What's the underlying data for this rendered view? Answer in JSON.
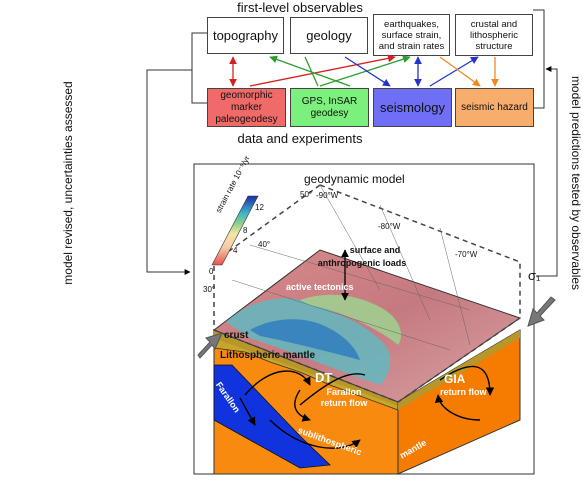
{
  "top_heading": "first-level observables",
  "bottom_heading": "data and experiments",
  "observables": [
    {
      "label": "topography"
    },
    {
      "label": "geology"
    },
    {
      "label": "earthquakes, surface strain, and strain rates"
    },
    {
      "label": "crustal and lithospheric structure"
    }
  ],
  "data_boxes": [
    {
      "label": "geomorphic marker paleogeodesy",
      "color": "#f06a6a"
    },
    {
      "label": "GPS, InSAR geodesy",
      "color": "#7cf07c"
    },
    {
      "label": "seismology",
      "color": "#6f6ff5"
    },
    {
      "label": "seismic hazard",
      "color": "#f7ad6c"
    }
  ],
  "left_side_text": "model revised, uncertainties assessed",
  "right_side_text": "model predictions tested by observables",
  "model": {
    "title": "geodynamic model",
    "sigma_label": "σ₁",
    "scale": {
      "title": "strain rate 10⁻⁹/yr",
      "ticks": [
        "0",
        "4",
        "8",
        "12"
      ]
    },
    "lat_labels": [
      "50°",
      "40°",
      "30°"
    ],
    "lon_labels": [
      "-90°W",
      "-80°W",
      "-70°W"
    ],
    "annotations": {
      "loads_line1": "surface and",
      "loads_line2": "anthropogenic loads",
      "active_tectonics": "active tectonics",
      "crust": "crust",
      "lithospheric_mantle": "Lithospheric mantle",
      "dt": "DT",
      "farallon_return_line1": "Farallon",
      "farallon_return_line2": "return flow",
      "farallon_slab": "Farallon",
      "gia": "GIA",
      "gia_return": "return flow",
      "sublithospheric": "sublithospheric",
      "mantle": "mantle"
    }
  },
  "colors": {
    "mantle": "#f88a10",
    "mantle_side": "#f57c00",
    "lithosphere": "#c8a62a",
    "slab": "#1133dd",
    "box_border": "#333333"
  }
}
